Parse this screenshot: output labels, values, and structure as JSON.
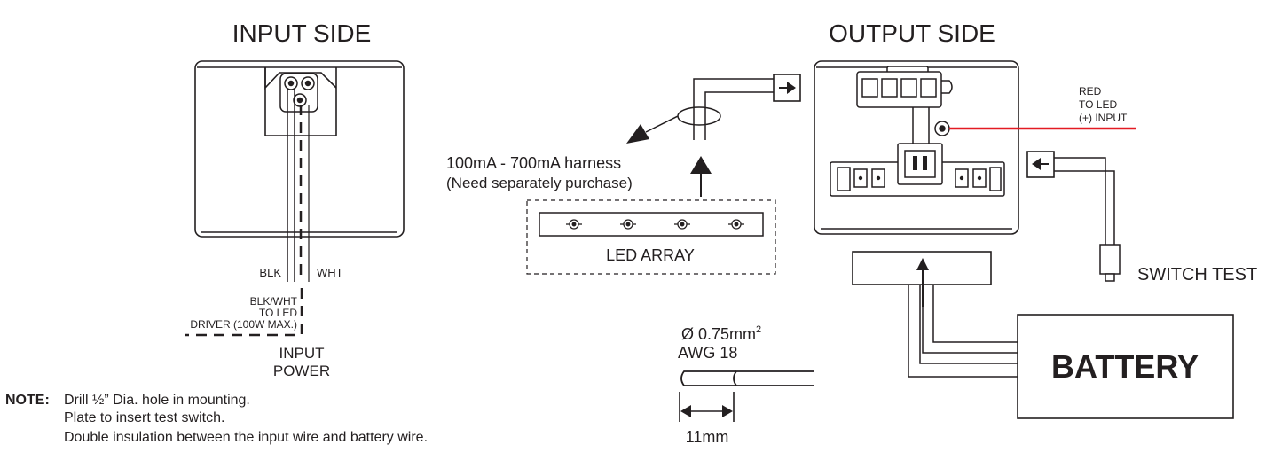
{
  "input_side": {
    "title": "INPUT SIDE",
    "wire_blk": "BLK",
    "wire_wht": "WHT",
    "driver_line1": "BLK/WHT",
    "driver_line2": "TO LED",
    "driver_line3": "DRIVER (100W MAX.)",
    "input_power_line1": "INPUT",
    "input_power_line2": "POWER"
  },
  "output_side": {
    "title": "OUTPUT SIDE",
    "red_line1": "RED",
    "red_line2": "TO LED",
    "red_line3": "(+) INPUT",
    "switch_test": "SWITCH TEST",
    "battery": "BATTERY"
  },
  "harness": {
    "line1": "100mA - 700mA harness",
    "line2": "(Need separately purchase)"
  },
  "led_array": {
    "label": "LED ARRAY"
  },
  "wire_spec": {
    "diameter": "Ø 0.75mm",
    "diameter_sup": "2",
    "awg": "AWG 18",
    "length": "11mm"
  },
  "note": {
    "label": "NOTE:",
    "line1": "Drill ½” Dia. hole in mounting.",
    "line2": "Plate to insert test switch.",
    "line3": "Double insulation between the input wire and battery wire."
  },
  "colors": {
    "line": "#231f20",
    "red_wire": "#e31b23"
  }
}
